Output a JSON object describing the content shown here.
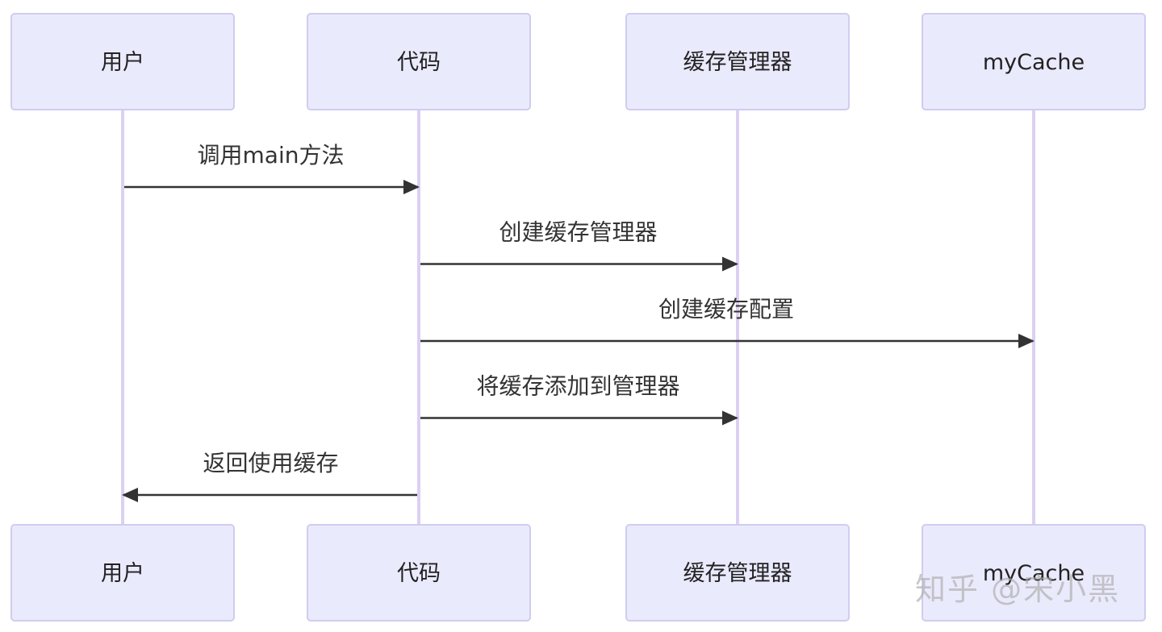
{
  "participants": [
    {
      "id": "user",
      "label": "用户"
    },
    {
      "id": "code",
      "label": "代码"
    },
    {
      "id": "cache_manager",
      "label": "缓存管理器"
    },
    {
      "id": "mycache",
      "label": "myCache"
    }
  ],
  "messages": [
    {
      "from": "user",
      "to": "code",
      "label": "调用main方法"
    },
    {
      "from": "code",
      "to": "cache_manager",
      "label": "创建缓存管理器"
    },
    {
      "from": "code",
      "to": "mycache",
      "label": "创建缓存配置"
    },
    {
      "from": "code",
      "to": "cache_manager",
      "label": "将缓存添加到管理器"
    },
    {
      "from": "code",
      "to": "user",
      "label": "返回使用缓存"
    }
  ],
  "watermark": "知乎 @宋小黑",
  "colors": {
    "actor_fill": "#eaeafd",
    "actor_stroke": "#cfcdf0",
    "lifeline": "#dcd0f2",
    "arrow": "#333333"
  }
}
